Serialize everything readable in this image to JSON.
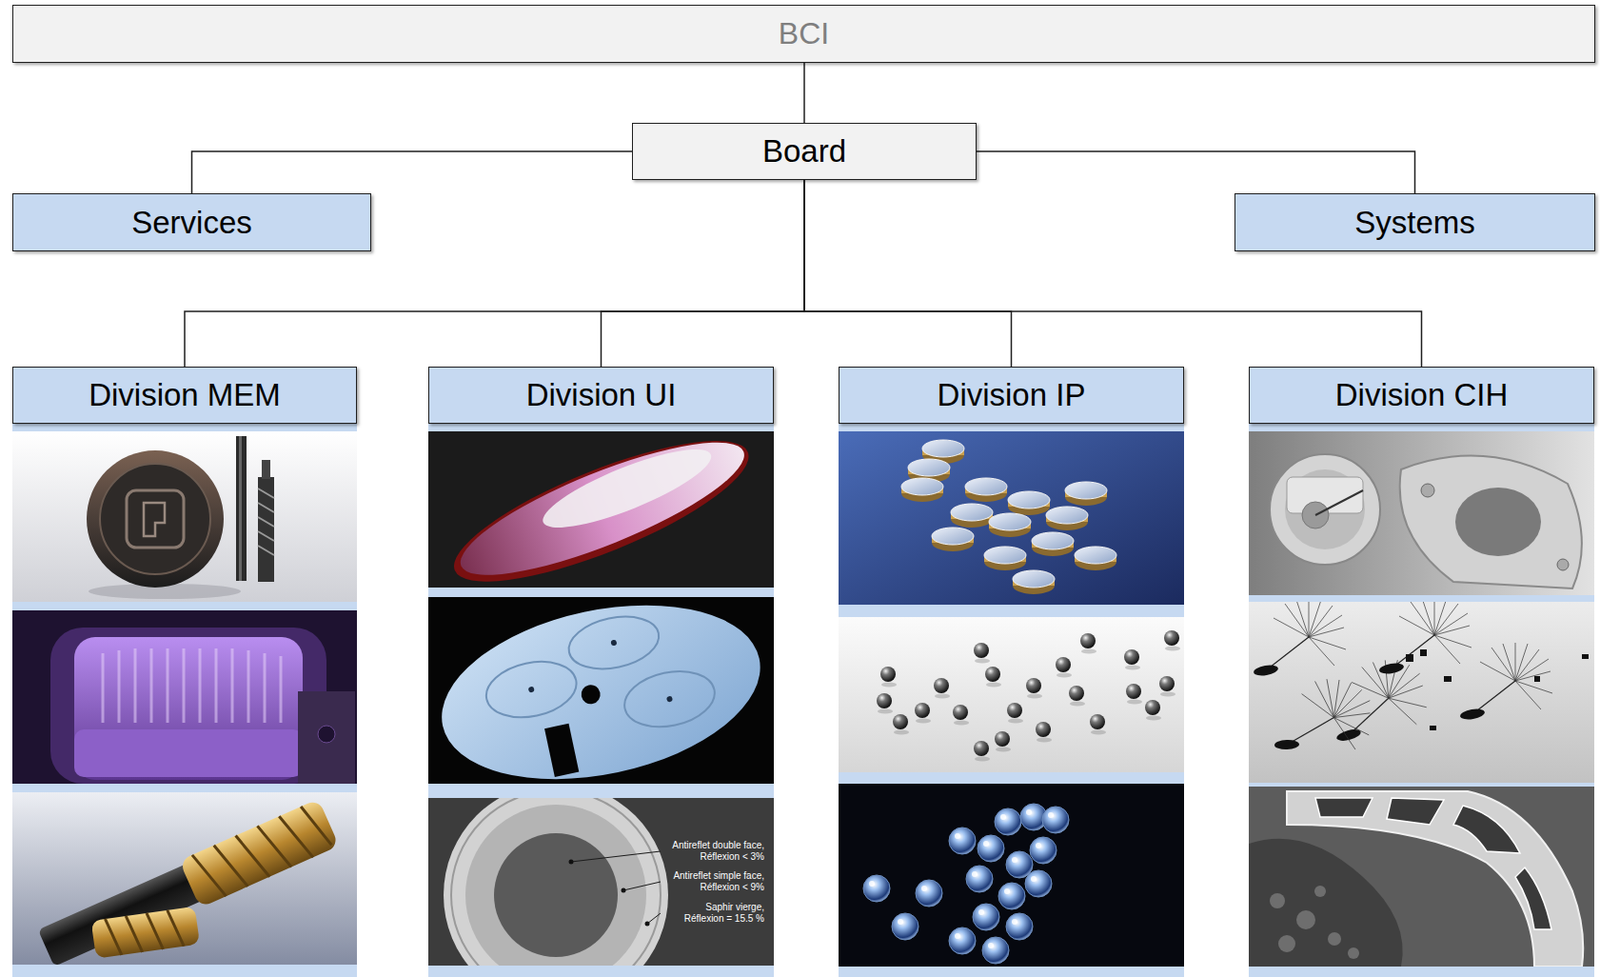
{
  "diagram": {
    "nodes": [
      {
        "text": [
          "BCI"
        ]
      },
      {
        "text": [
          "Board"
        ]
      },
      {
        "text": [
          "Services"
        ]
      },
      {
        "text": [
          "Systems"
        ]
      },
      {
        "text": [
          "Division MEM"
        ]
      },
      {
        "text": [
          "Division UI"
        ]
      },
      {
        "text": [
          "Division IP"
        ]
      },
      {
        "text": [
          "Division CIH"
        ]
      }
    ],
    "edges": [
      {
        "from": 0,
        "to": 1,
        "arrow": "none"
      },
      {
        "from": 1,
        "to": 2,
        "arrow": "none"
      },
      {
        "from": 1,
        "to": 3,
        "arrow": "none"
      },
      {
        "from": 1,
        "to": 4,
        "arrow": "none"
      },
      {
        "from": 1,
        "to": 5,
        "arrow": "none"
      },
      {
        "from": 1,
        "to": 6,
        "arrow": "none"
      },
      {
        "from": 1,
        "to": 7,
        "arrow": "none"
      }
    ],
    "labels": [
      "Antireflet double face, Réflexion < 3%",
      "Antireflet simple face, Réflexion < 9%",
      "Saphir vierge, Réflexion = 15.5 %"
    ]
  }
}
